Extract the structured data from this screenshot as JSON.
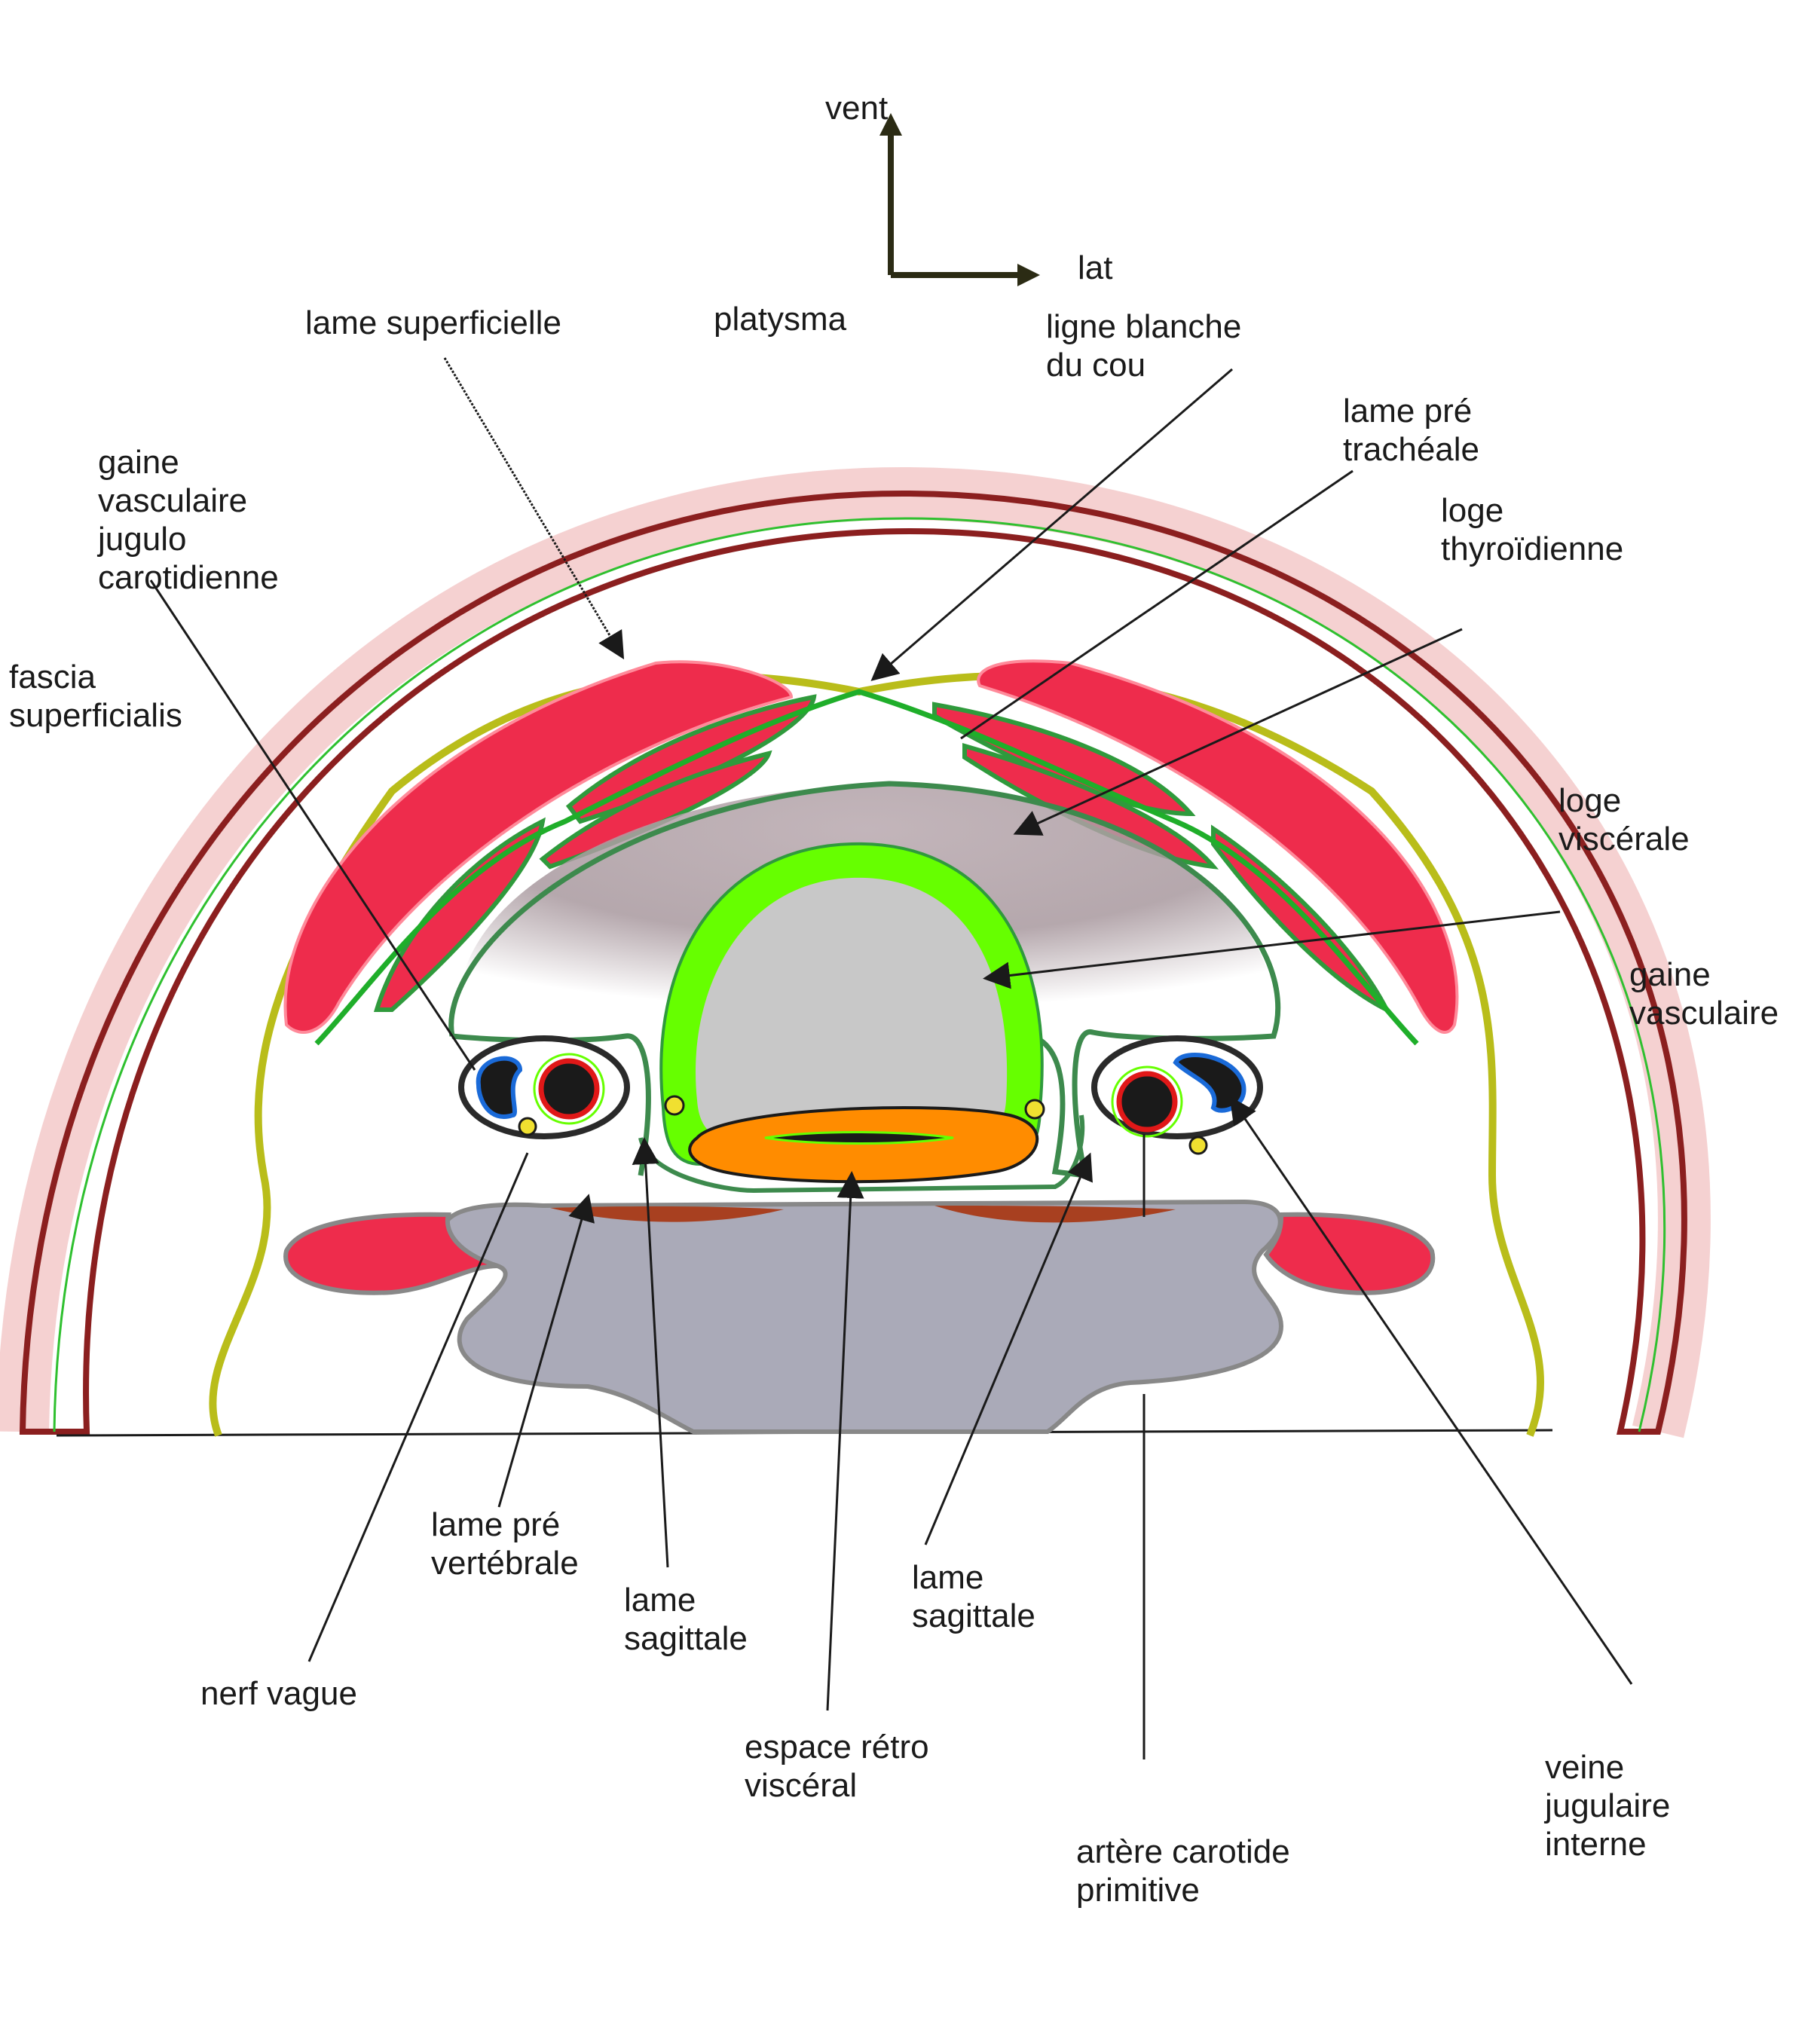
{
  "orientation": {
    "up_label": "vent",
    "right_label": "lat"
  },
  "labels": {
    "lame_superficielle": "lame superficielle",
    "platysma": "platysma",
    "ligne_blanche": "ligne blanche\ndu cou",
    "lame_pre_tracheale": "lame pré\ntrachéale",
    "loge_thyroidienne": "loge\nthyroïdienne",
    "gaine_vasculaire_jugulo": "gaine\nvasculaire\njugulo\ncarotidienne",
    "fascia_superficialis": "fascia\nsuperficialis",
    "loge_viscerale": "loge\nviscérale",
    "gaine_vasculaire": "gaine\nvasculaire",
    "lame_pre_vertebrale": "lame pré\nvertébrale",
    "lame_sagittale_left": "lame\nsagittale",
    "lame_sagittale_right": "lame\nsagittale",
    "nerf_vague": "nerf vague",
    "espace_retro_visceral": "espace rétro\nviscéral",
    "artere_carotide": "artère carotide\nprimitive",
    "veine_jugulaire": "veine\njugulaire\ninterne"
  },
  "colors": {
    "skin": "#8b1f1f",
    "muscle": "#ee2c4c",
    "fascia_superficial": "#b9bd1a",
    "fascia_green": "#2f9a3c",
    "trachea_ring": "#66ff00",
    "trachea_lumen": "#c8c8c8",
    "thyroid_zone": "#a8989e",
    "esophagus": "#ff8c00",
    "vertebra": "#aaaab8",
    "prevertebral_muscle": "#a84020",
    "nerve": "#f0e030",
    "artery_ring": "#e01818",
    "vein_ring": "#1a6ad8",
    "leader": "#1a1a1a"
  }
}
